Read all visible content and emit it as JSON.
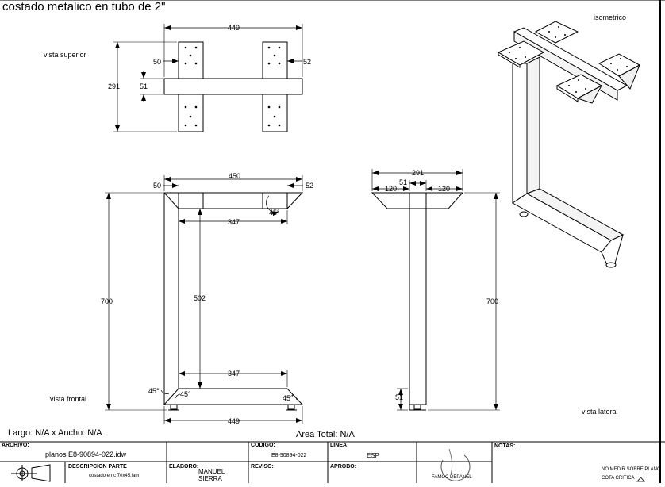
{
  "sheet": {
    "title": "costado metalico en tubo de 2\"",
    "views": {
      "top": "vista superior",
      "front": "vista frontal",
      "side": "vista lateral",
      "iso": "isometrico"
    },
    "largo_ancho": "Largo: N/A x Ancho: N/A",
    "area_total": "Area Total: N/A"
  },
  "dimensions": {
    "top": {
      "width": "449",
      "depth": "291",
      "left_plate": "50",
      "right_plate": "52",
      "tube": "51"
    },
    "front": {
      "width_top": "450",
      "left_offset": "50",
      "right_offset": "52",
      "inner_top": "347",
      "inner_bottom": "347",
      "height": "700",
      "inner_height": "502",
      "angle_tr": "45°",
      "angle_bl_outer": "45°",
      "angle_bl_inner": "45°",
      "angle_br": "45°",
      "width_bottom": "449"
    },
    "side": {
      "width": "291",
      "left": "120",
      "center": "51",
      "right": "120",
      "height": "700",
      "foot": "51"
    }
  },
  "title_block": {
    "archivo_label": "ARCHIVO:",
    "archivo_value": "planos E8-90894-022.idw",
    "descripcion_label": "DESCRIPCION PARTE",
    "descripcion_value": "costado en c 70x45.iam",
    "codigo_label": "CODIGO:",
    "codigo_value": "E8-90894-022",
    "linea_label": "LINEA",
    "linea_value": "ESP",
    "elaboro_label": "ELABORO:",
    "elaboro_value_1": "MANUEL",
    "elaboro_value_2": "SIERRA",
    "reviso_label": "REVISO:",
    "aprobo_label": "APROBO:",
    "logo_text": "FAMOC DEPANEL",
    "notas_label": "NOTAS:",
    "note_1": "NO MEDIR SOBRE PLANO",
    "note_2": "COTA CRITICA"
  }
}
